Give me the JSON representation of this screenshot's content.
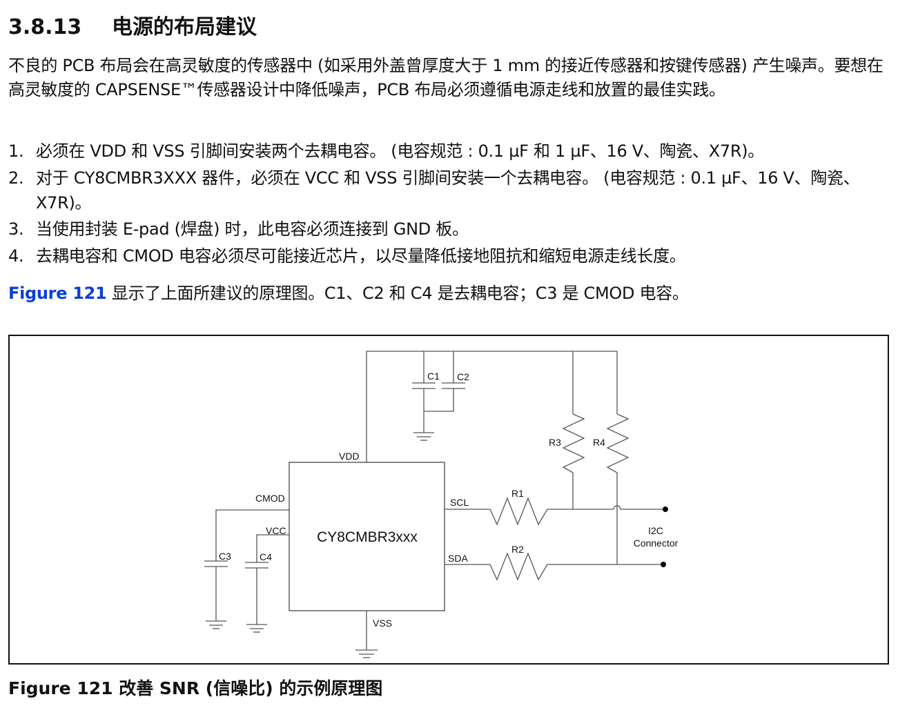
{
  "section": {
    "number": "3.8.13",
    "title": "电源的布局建议"
  },
  "intro": "不良的 PCB 布局会在高灵敏度的传感器中 (如采用外盖曾厚度大于 1 mm 的接近传感器和按键传感器) 产生噪声。要想在高灵敏度的 CAPSENSE™传感器设计中降低噪声，PCB 布局必须遵循电源走线和放置的最佳实践。",
  "list": [
    {
      "n": "1.",
      "t": "必须在 VDD 和 VSS 引脚间安装两个去耦电容。 (电容规范 : 0.1 µF 和 1 µF、16 V、陶瓷、X7R)。"
    },
    {
      "n": "2.",
      "t": "对于 CY8CMBR3XXX 器件，必须在 VCC 和 VSS 引脚间安装一个去耦电容。 (电容规范 : 0.1 µF、16 V、陶瓷、X7R)。"
    },
    {
      "n": "3.",
      "t": "当使用封装 E-pad (焊盘) 时，此电容必须连接到 GND 板。"
    },
    {
      "n": "4.",
      "t": "去耦电容和 CMOD 电容必须尽可能接近芯片，以尽量降低接地阻抗和缩短电源走线长度。"
    }
  ],
  "figref": {
    "link": "Figure 121",
    "text": " 显示了上面所建议的原理图。C1、C2 和 C4 是去耦电容；C3 是 CMOD 电容。"
  },
  "schematic": {
    "chip": "CY8CMBR3xxx",
    "vdd": "VDD",
    "vss": "VSS",
    "cmod": "CMOD",
    "vcc": "VCC",
    "scl": "SCL",
    "sda": "SDA",
    "c1": "C1",
    "c2": "C2",
    "c3": "C3",
    "c4": "C4",
    "r1": "R1",
    "r2": "R2",
    "r3": "R3",
    "r4": "R4",
    "conn1": "I2C",
    "conn2": "Connector"
  },
  "caption": "Figure 121  改善 SNR (信噪比) 的示例原理图"
}
